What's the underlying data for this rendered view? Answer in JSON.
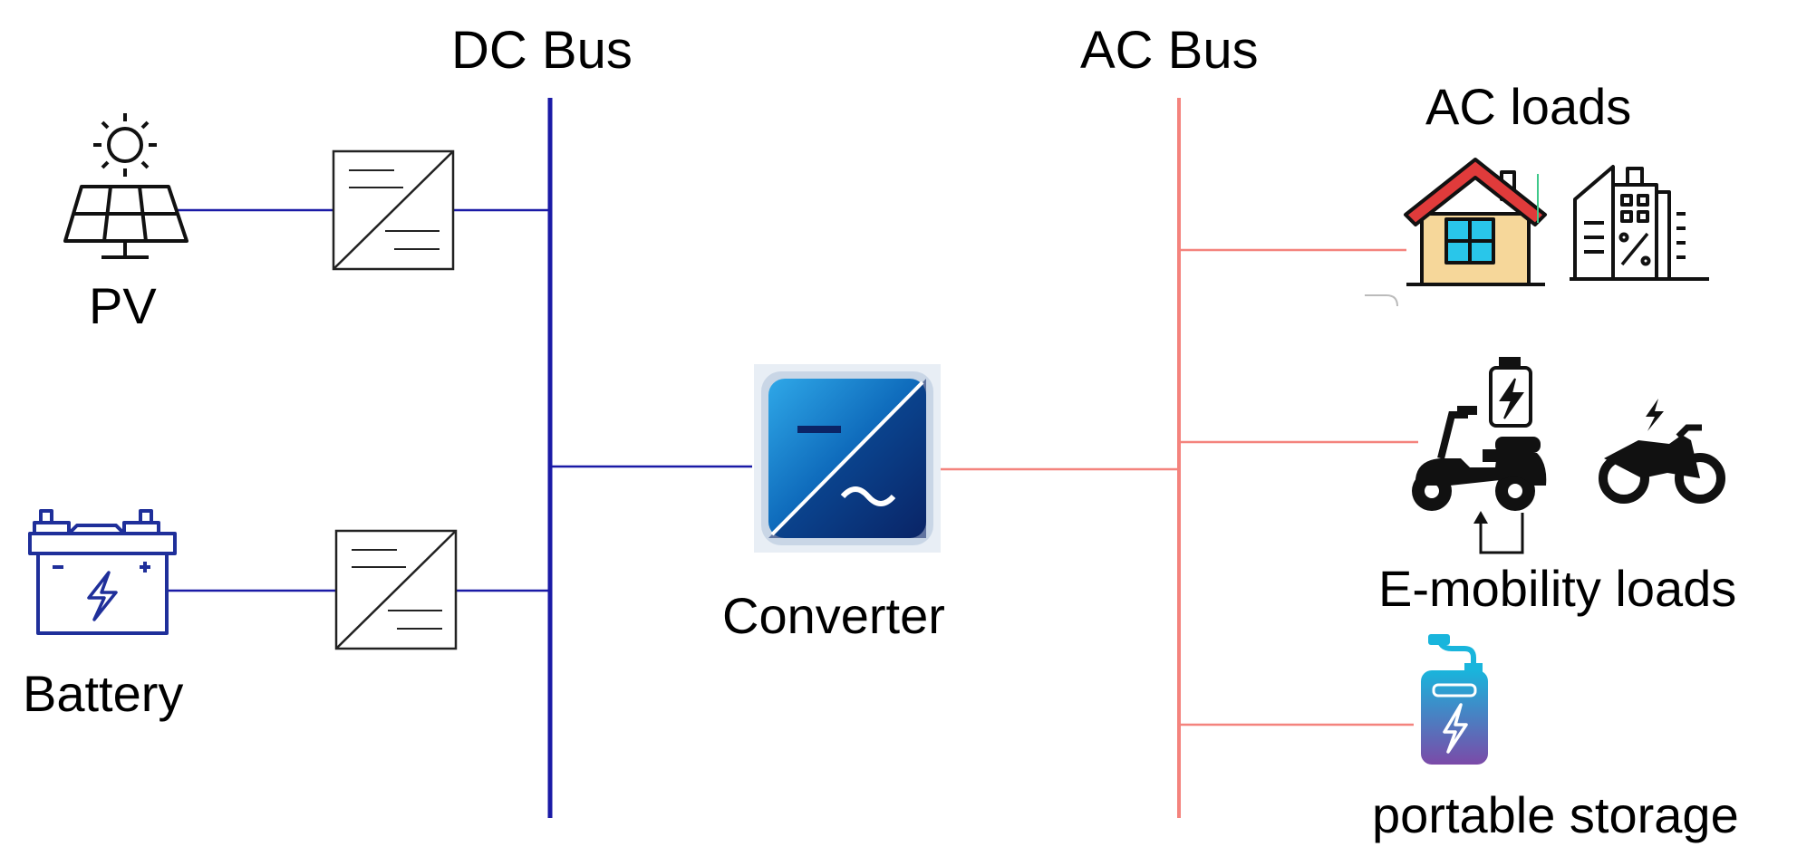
{
  "labels": {
    "dc_bus": "DC Bus",
    "ac_bus": "AC Bus",
    "pv": "PV",
    "battery": "Battery",
    "converter": "Converter",
    "ac_loads": "AC loads",
    "e_mobility_loads": "E-mobility loads",
    "portable_storage": "portable storage"
  },
  "colors": {
    "dc_bus": "#1a1aa6",
    "ac_bus": "#f4837d",
    "icon_black": "#111111",
    "battery_blue": "#1f2f9a",
    "house_roof": "#e03b3b",
    "house_wall": "#f6d79a",
    "house_window": "#29c6ea",
    "converter_blue": "#0a62b5",
    "converter_dark": "#0b2466",
    "storage_top": "#19b5dc",
    "storage_bottom": "#7b4aa8"
  },
  "icons": [
    "sun-icon",
    "solar-panel-icon",
    "car-battery-icon",
    "dc-dc-converter-icon",
    "inverter-icon",
    "house-icon",
    "office-building-icon",
    "electric-scooter-icon",
    "battery-charge-icon",
    "electric-motorcycle-icon",
    "power-bank-icon"
  ]
}
